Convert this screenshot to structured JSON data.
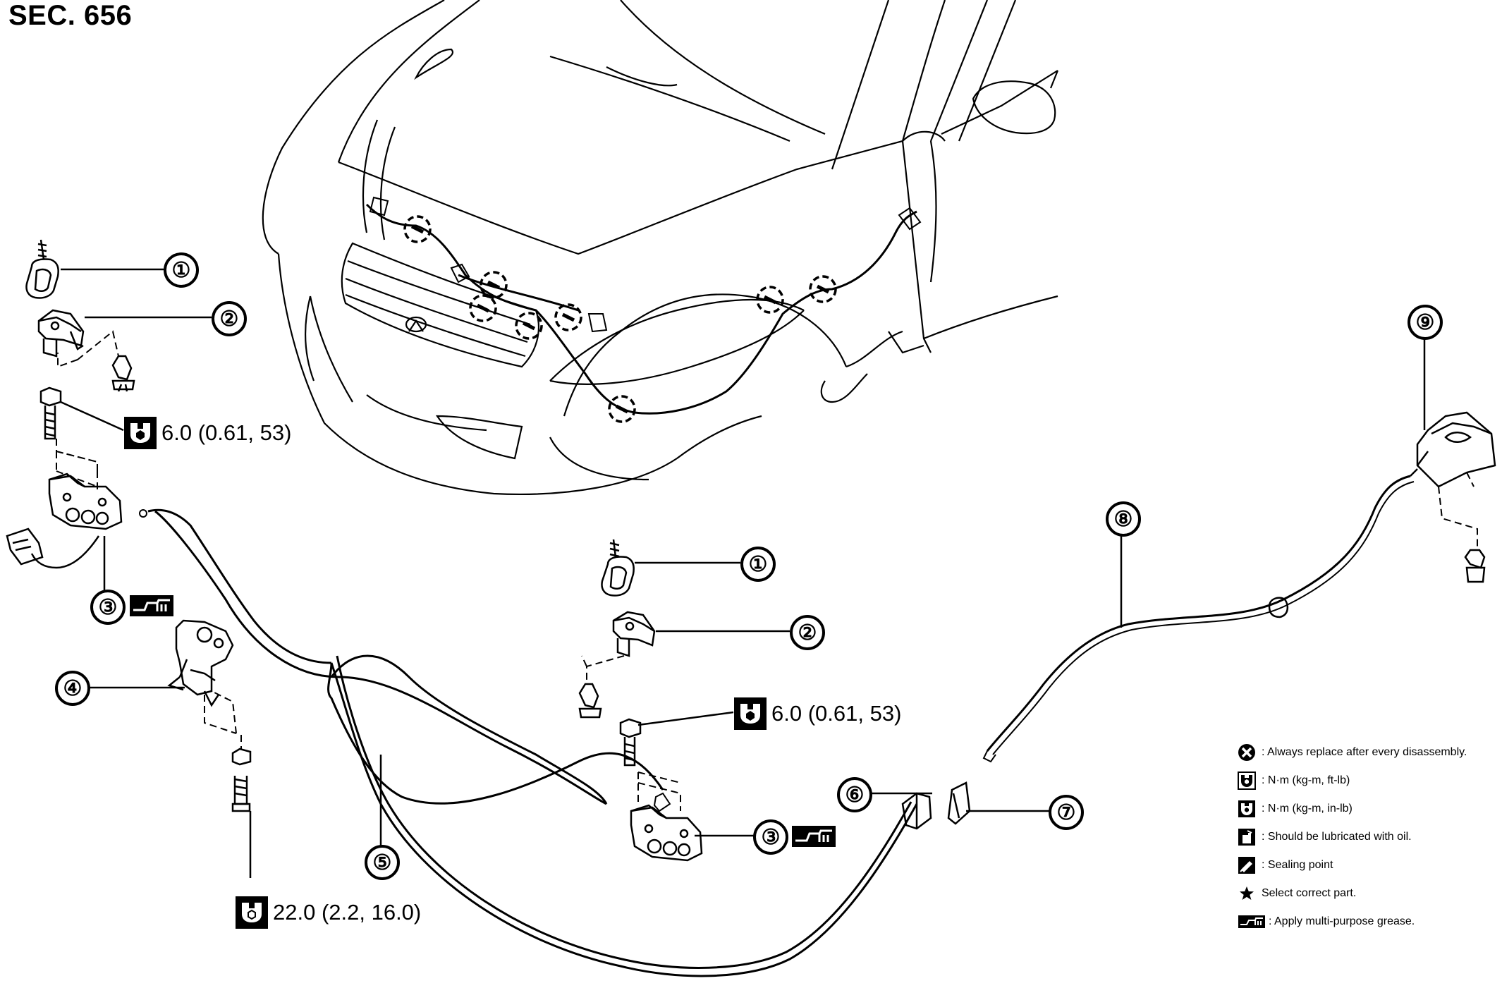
{
  "title": "SEC. 656",
  "callouts": [
    {
      "id": "c1a",
      "num": "①"
    },
    {
      "id": "c2a",
      "num": "②"
    },
    {
      "id": "c3a",
      "num": "③"
    },
    {
      "id": "c4",
      "num": "④"
    },
    {
      "id": "c5",
      "num": "⑤"
    },
    {
      "id": "c1b",
      "num": "①"
    },
    {
      "id": "c2b",
      "num": "②"
    },
    {
      "id": "c3b",
      "num": "③"
    },
    {
      "id": "c6",
      "num": "⑥"
    },
    {
      "id": "c7",
      "num": "⑦"
    },
    {
      "id": "c8",
      "num": "⑧"
    },
    {
      "id": "c9",
      "num": "⑨"
    }
  ],
  "torques": {
    "upper_left": "6.0 (0.61, 53)",
    "center": "6.0 (0.61, 53)",
    "bottom": "22.0 (2.2, 16.0)"
  },
  "legend": [
    {
      "icon": "always-replace-icon",
      "text": ": Always replace after every disassembly."
    },
    {
      "icon": "torque-ft-lb-icon",
      "text": ": N·m (kg-m, ft-lb)"
    },
    {
      "icon": "torque-in-lb-icon",
      "text": ": N·m (kg-m, in-lb)"
    },
    {
      "icon": "oil-lubricate-icon",
      "text": ": Should be lubricated with oil."
    },
    {
      "icon": "sealing-point-icon",
      "text": ": Sealing point"
    },
    {
      "icon": "star-icon",
      "text": "Select correct part."
    },
    {
      "icon": "grease-icon",
      "text": ": Apply multi-purpose grease."
    }
  ],
  "colors": {
    "ink": "#000000",
    "paper": "#ffffff"
  }
}
